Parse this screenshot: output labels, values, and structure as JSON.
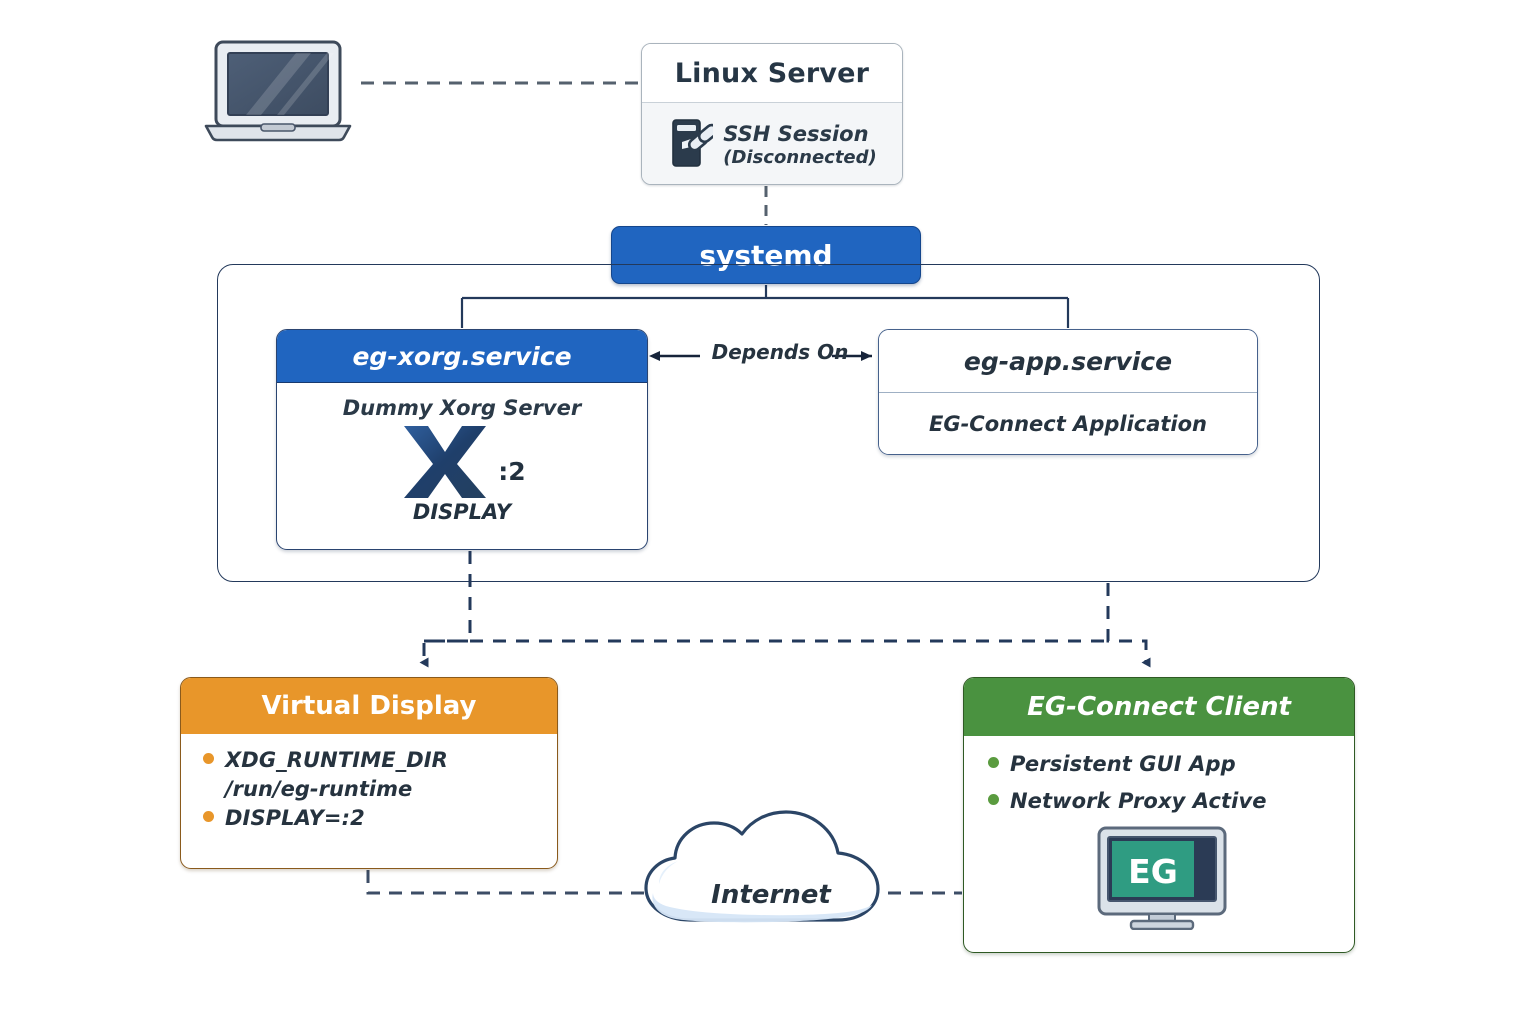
{
  "diagram": {
    "title": "Persistent GUI application on a headless Linux server via systemd and a dummy Xorg display"
  },
  "nodes": {
    "laptop": {
      "icon": "laptop-icon",
      "label": ""
    },
    "linux_server": {
      "title": "Linux Server",
      "session_icon": "server-broken-link-icon",
      "session_line1": "SSH Session",
      "session_line2": "(Disconnected)"
    },
    "systemd": {
      "label": "systemd"
    },
    "eg_xorg_service": {
      "header": "eg-xorg.service",
      "subtitle": "Dummy Xorg Server",
      "logo_icon": "xorg-x-logo-icon",
      "display_number": ":2",
      "display_label": "DISPLAY"
    },
    "eg_app_service": {
      "header": "eg-app.service",
      "body": "EG-Connect Application"
    },
    "virtual_display": {
      "header": "Virtual Display",
      "items": [
        "XDG_RUNTIME_DIR",
        "DISPLAY=:2"
      ],
      "continuation": "/run/eg-runtime"
    },
    "eg_connect_client": {
      "header": "EG-Connect Client",
      "items": [
        "Persistent GUI App",
        "Network Proxy Active"
      ],
      "monitor_icon": "monitor-icon",
      "monitor_text": "EG"
    },
    "internet": {
      "label": "Internet",
      "icon": "cloud-icon"
    }
  },
  "edges": {
    "depends_on_label": "Depends On"
  },
  "colors": {
    "blue": "#2065c0",
    "blue_border": "#18396f",
    "orange": "#e8962a",
    "orange_border": "#8a5a1c",
    "green": "#4a9240",
    "green_border": "#2f5a24",
    "navy_line": "#23395b",
    "text": "#26333f",
    "panel_bg": "#f4f6f8",
    "cloud_shade": "#d6e6f7",
    "monitor_screen": "#2f9c82"
  }
}
